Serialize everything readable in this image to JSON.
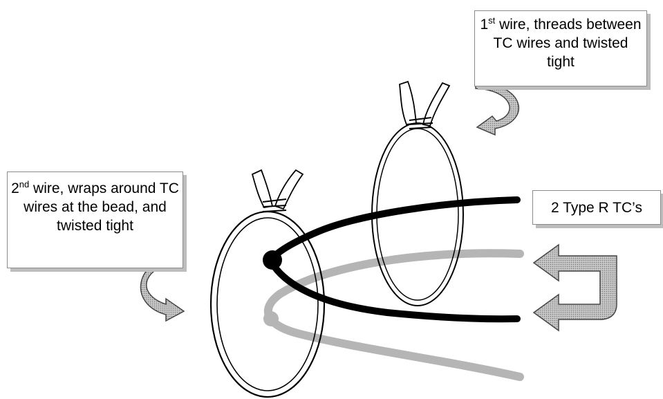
{
  "labels": {
    "first_wire": {
      "prefix": "1",
      "sup": "st",
      "text": " wire, threads between TC wires and twisted tight"
    },
    "second_wire": {
      "prefix": "2",
      "sup": "nd",
      "text": " wire, wraps around TC wires at the bead, and twisted tight"
    },
    "tc": "2 Type R TC’s"
  },
  "colors": {
    "wire_black": "#000000",
    "wire_gray": "#b8b8b8",
    "arrow_fill": "#a9a9a9",
    "box_shadow": "#bdbdbd"
  },
  "icons": [
    "curved-arrow-icon",
    "u-turn-arrow-icon",
    "bead-icon"
  ]
}
